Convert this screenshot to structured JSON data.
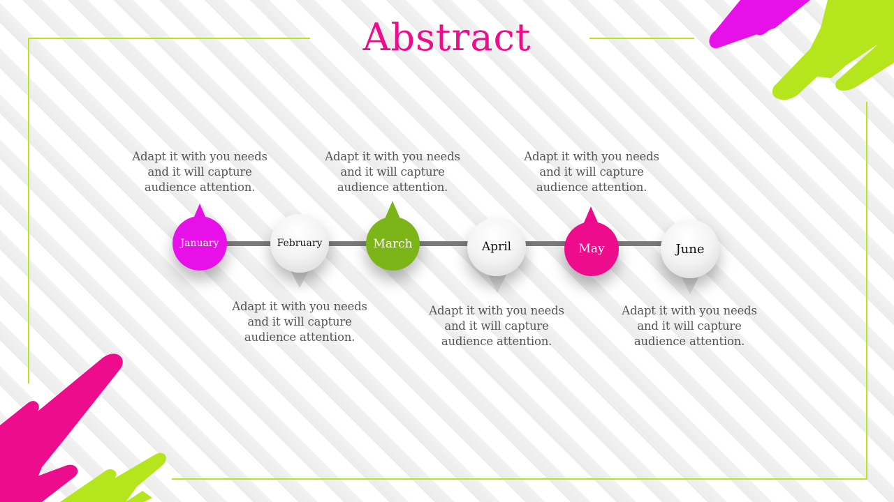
{
  "title": "Abstract",
  "colors": {
    "pink": "#ec0c8c",
    "magenta": "#e810e8",
    "lime": "#b5e61d",
    "green": "#7cb518",
    "gray": "#dcdcdc"
  },
  "timeline": [
    {
      "month": "January",
      "color": "#e810e8",
      "text_line1": "Adapt it with you needs",
      "text_line2": "and it will capture",
      "text_line3": "audience attention."
    },
    {
      "month": "February",
      "color": "#dcdcdc",
      "text_line1": "Adapt it with you needs",
      "text_line2": "and it will capture",
      "text_line3": "audience attention."
    },
    {
      "month": "March",
      "color": "#7cb518",
      "text_line1": "Adapt it with you needs",
      "text_line2": "and it will capture",
      "text_line3": "audience attention."
    },
    {
      "month": "April",
      "color": "#dcdcdc",
      "text_line1": "Adapt it with you needs",
      "text_line2": "and it will capture",
      "text_line3": "audience attention."
    },
    {
      "month": "May",
      "color": "#ec0c8c",
      "text_line1": "Adapt it with you needs",
      "text_line2": "and it will capture",
      "text_line3": "audience attention."
    },
    {
      "month": "June",
      "color": "#dcdcdc",
      "text_line1": "Adapt it with you needs",
      "text_line2": "and it will capture",
      "text_line3": "audience attention."
    }
  ]
}
